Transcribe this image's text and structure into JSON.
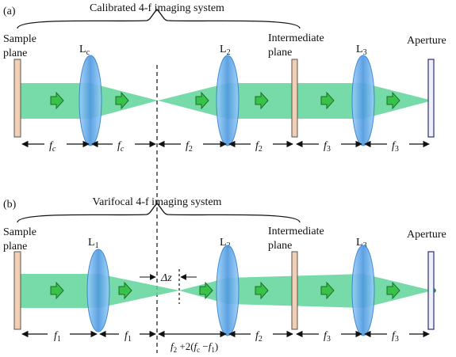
{
  "panel_a": {
    "tag": "(a)",
    "title": "Calibrated 4-f imaging system",
    "sample_line1": "Sample",
    "sample_line2": "plane",
    "lens1": "L",
    "lens1_sub": "c",
    "lens2": "L",
    "lens2_sub": "2",
    "inter_line1": "Intermediate",
    "inter_line2": "plane",
    "lens3": "L",
    "lens3_sub": "3",
    "aperture": "Aperture",
    "dims": [
      {
        "f": "f",
        "sub": "c"
      },
      {
        "f": "f",
        "sub": "c"
      },
      {
        "f": "f",
        "sub": "2"
      },
      {
        "f": "f",
        "sub": "2"
      },
      {
        "f": "f",
        "sub": "3"
      },
      {
        "f": "f",
        "sub": "3"
      }
    ]
  },
  "panel_b": {
    "tag": "(b)",
    "title": "Varifocal 4-f imaging system",
    "sample_line1": "Sample",
    "sample_line2": "plane",
    "lens1": "L",
    "lens1_sub": "1",
    "lens2": "L",
    "lens2_sub": "2",
    "inter_line1": "Intermediate",
    "inter_line2": "plane",
    "lens3": "L",
    "lens3_sub": "3",
    "aperture": "Aperture",
    "delta_z": "Δz",
    "dims": [
      {
        "f": "f",
        "sub": "1"
      },
      {
        "f": "f",
        "sub": "1"
      },
      {
        "f": "f",
        "sub": "2"
      },
      {
        "f": "f",
        "sub": "3"
      },
      {
        "f": "f",
        "sub": "3"
      }
    ],
    "shift_expr": {
      "p1": "f",
      "p1_sub": "2",
      "p2": " +2(",
      "p3": "f",
      "p3_sub": "c",
      "p4": " −",
      "p5": "f",
      "p5_sub": "1",
      "p6": ")"
    }
  },
  "colors": {
    "beam": "#5fd39a",
    "beam_dark": "#2e9d67",
    "arrow": "#39c24a",
    "lens_fill": "#58a4e8",
    "lens_edge": "#2f7fd0",
    "sample_plane": "#f2cfb2",
    "aperture_fill": "#eef0fb",
    "aperture_edge": "#2b2f6e"
  }
}
